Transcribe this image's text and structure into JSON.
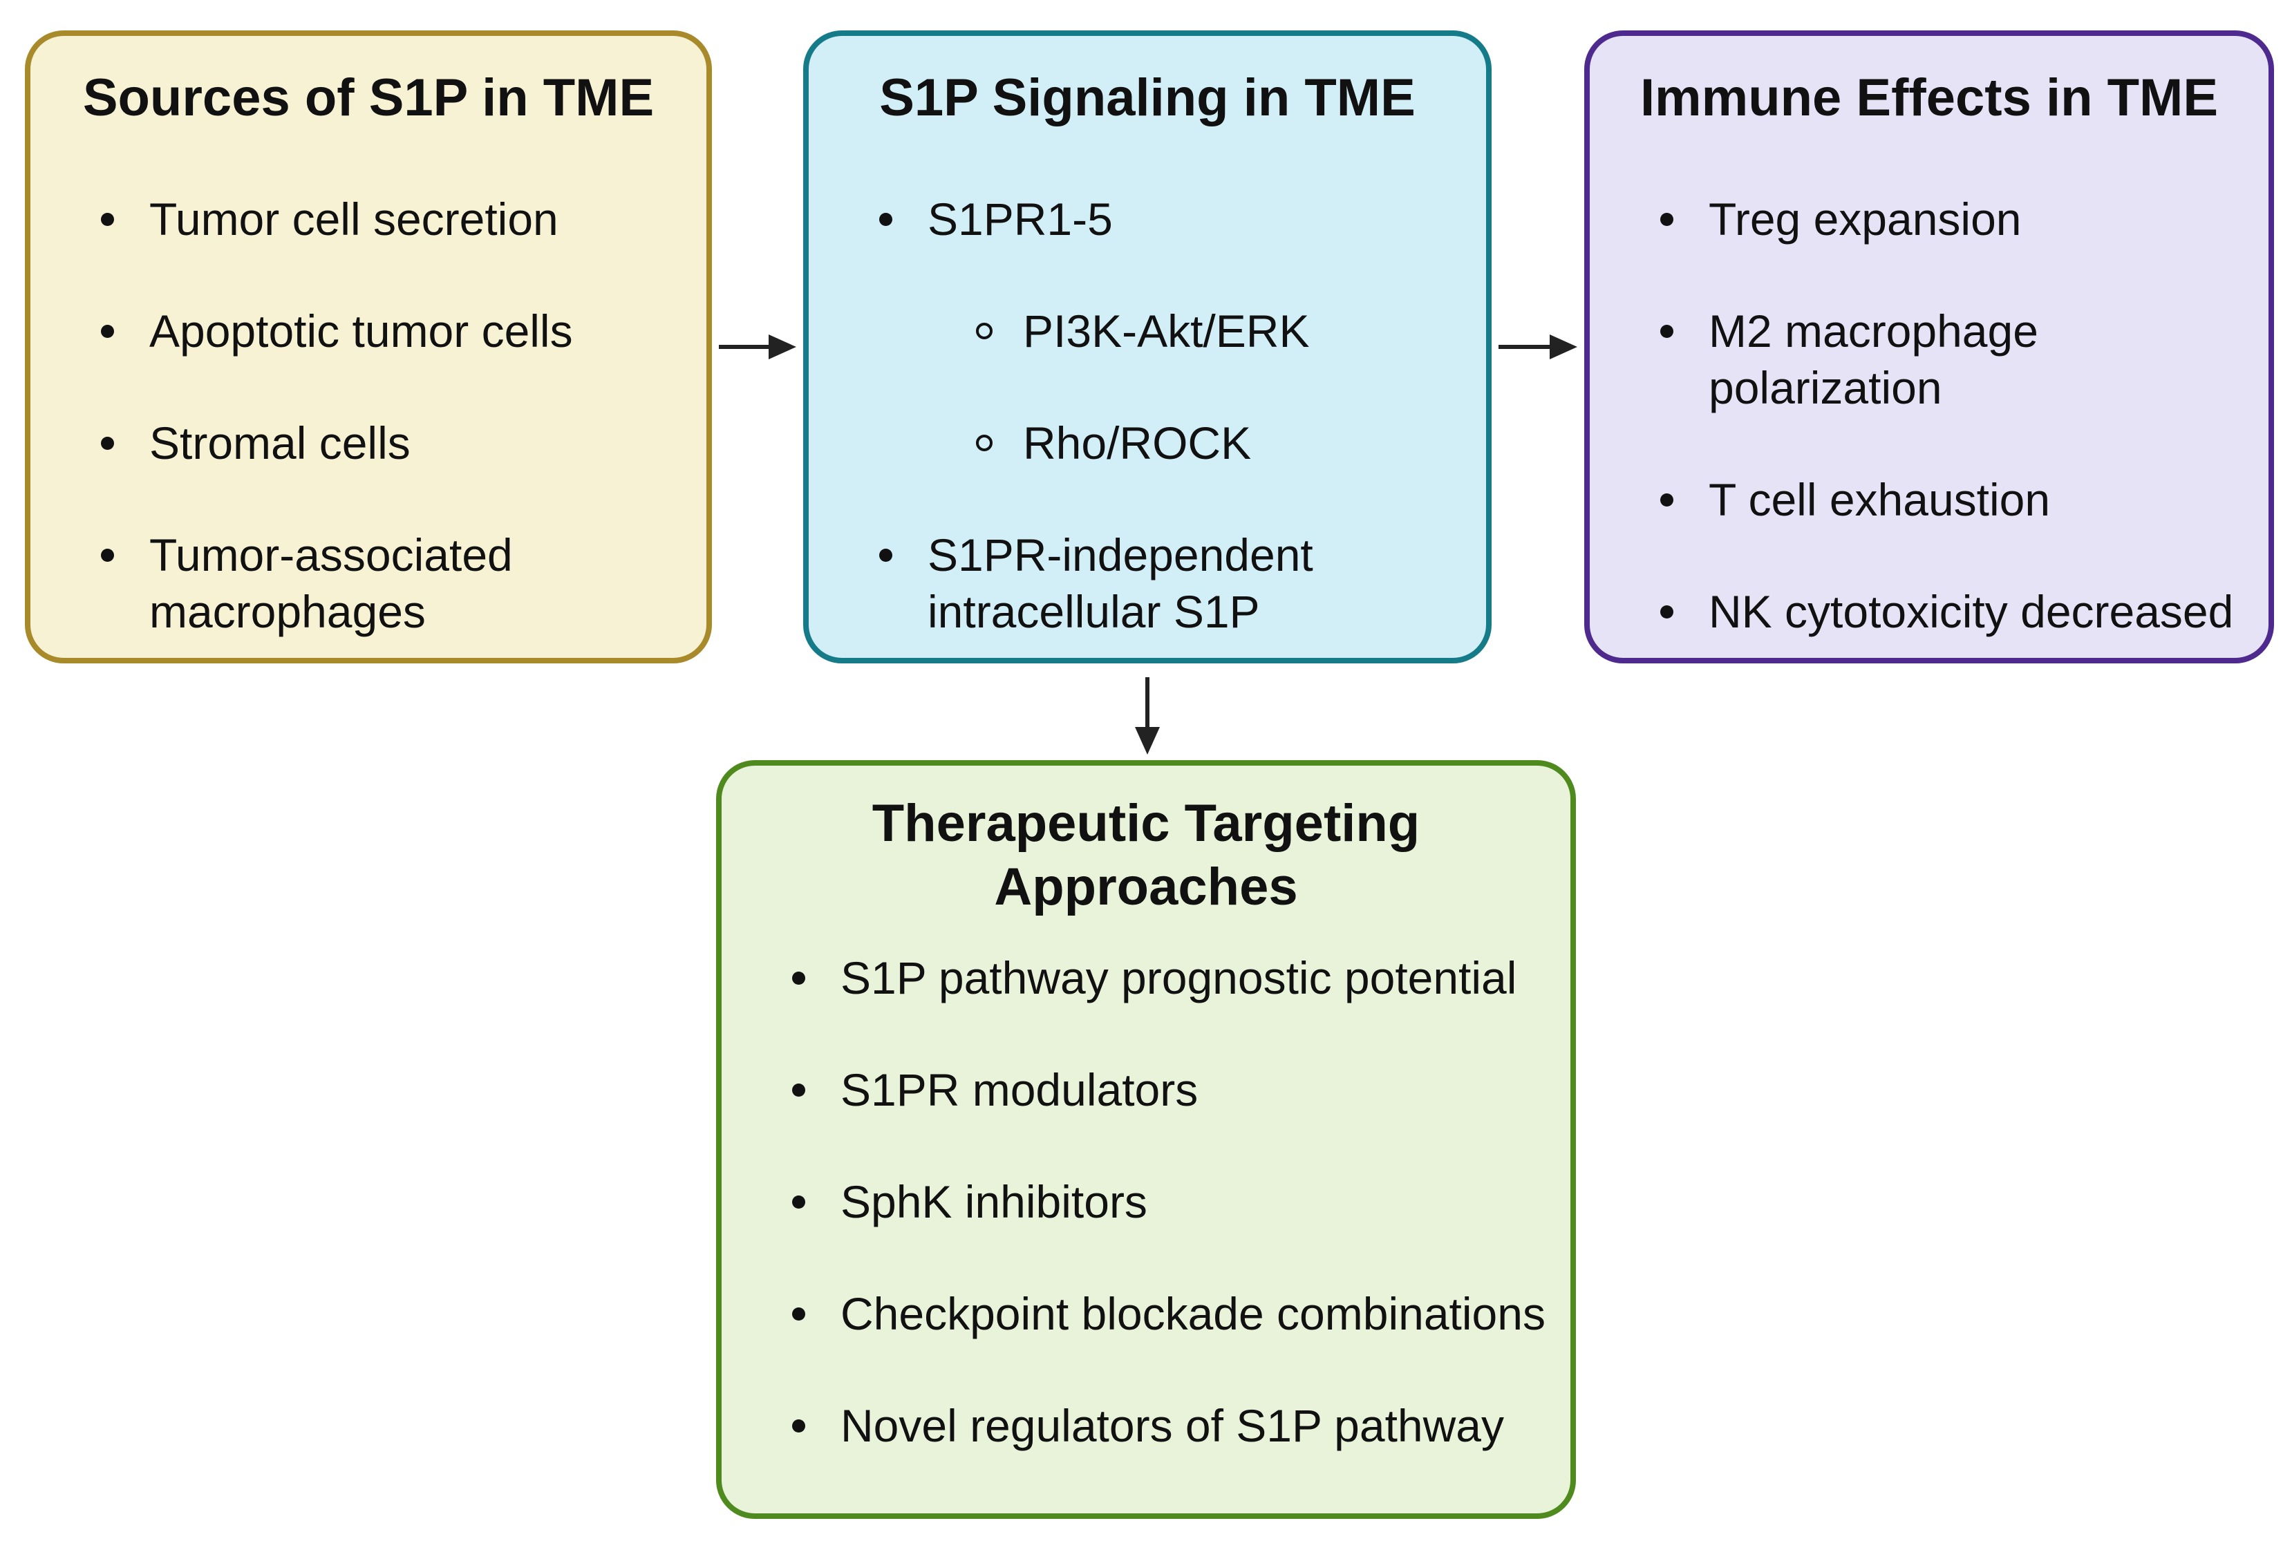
{
  "colors": {
    "sources_border": "#A88A2B",
    "sources_fill": "#F7F2D4",
    "signaling_border": "#167B88",
    "signaling_fill": "#D2EEF6",
    "immune_border": "#4E2A8E",
    "immune_fill": "#E6E3F6",
    "therapeutic_border": "#4F8A1E",
    "therapeutic_fill": "#E8F3DA",
    "arrow": "#222222"
  },
  "boxes": {
    "sources": {
      "title": "Sources of S1P in TME",
      "items": [
        "Tumor cell secretion",
        "Apoptotic tumor cells",
        "Stromal cells",
        "Tumor-associated macrophages"
      ]
    },
    "signaling": {
      "title": "S1P Signaling in TME",
      "items": [
        {
          "text": "S1PR1-5",
          "level": 1
        },
        {
          "text": "PI3K-Akt/ERK",
          "level": 2
        },
        {
          "text": "Rho/ROCK",
          "level": 2
        },
        {
          "text": "S1PR-independent intracellular S1P",
          "level": 1
        }
      ]
    },
    "immune": {
      "title": "Immune Effects in TME",
      "items": [
        "Treg expansion",
        "M2 macrophage polarization",
        "T cell exhaustion",
        "NK cytotoxicity decreased"
      ]
    },
    "therapeutic": {
      "title": "Therapeutic Targeting Approaches",
      "items": [
        "S1P pathway prognostic potential",
        "S1PR modulators",
        "SphK inhibitors",
        "Checkpoint blockade combinations",
        "Novel regulators of S1P pathway"
      ]
    }
  },
  "arrows": [
    {
      "from": "sources",
      "to": "signaling"
    },
    {
      "from": "signaling",
      "to": "immune"
    },
    {
      "from": "signaling",
      "to": "therapeutic"
    }
  ]
}
